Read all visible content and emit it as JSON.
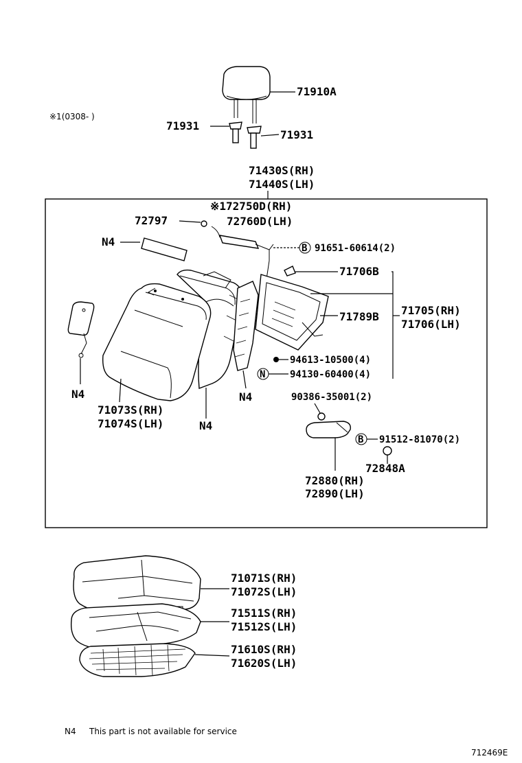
{
  "note_code": "※1(0308-        )",
  "headrest": {
    "part": "71910A",
    "guide_left": "71931",
    "guide_right": "71931"
  },
  "backrest_assy": {
    "rh": "71430S(RH)",
    "lh": "71440S(LH)"
  },
  "lumbar": {
    "rh": "※172750D(RH)",
    "lh": "72760D(LH)"
  },
  "parts": {
    "clip": "72797",
    "n4": "N4",
    "bolt1": "91651-60614(2)",
    "bolt1_marker": "B",
    "frame_part": "71706B",
    "board": "71789B",
    "frame_rh": "71705(RH)",
    "frame_lh": "71706(LH)",
    "nut1": "94613-10500(4)",
    "nut2": "94130-60400(4)",
    "nut2_marker": "N",
    "screw": "90386-35001(2)",
    "bolt2": "91512-81070(2)",
    "bolt2_marker": "B",
    "cap": "72848A"
  },
  "back_cover": {
    "rh": "71073S(RH)",
    "lh": "71074S(LH)"
  },
  "recliner": {
    "rh": "72880(RH)",
    "lh": "72890(LH)"
  },
  "cushion": {
    "cover_rh": "71071S(RH)",
    "cover_lh": "71072S(LH)",
    "pad_rh": "71511S(RH)",
    "pad_lh": "71512S(LH)",
    "frame_rh": "71610S(RH)",
    "frame_lh": "71620S(LH)"
  },
  "footnote": {
    "code": "N4",
    "text": "This part is not available for service"
  },
  "figure_id": "712469E"
}
